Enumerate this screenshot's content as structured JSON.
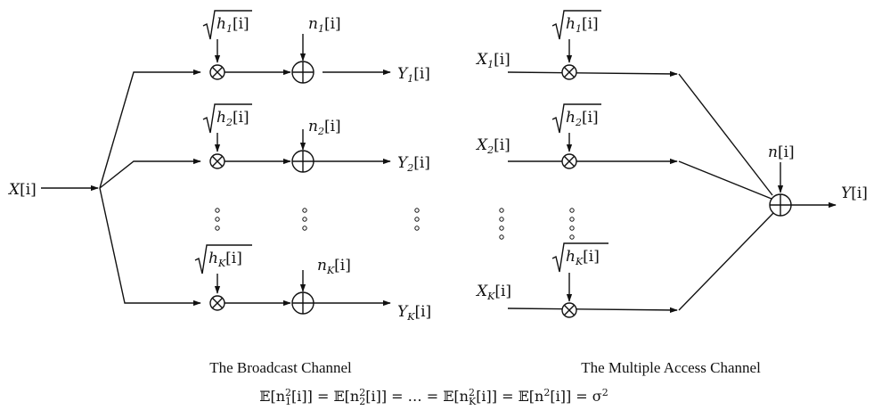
{
  "bc": {
    "input": {
      "base": "X",
      "arg": "[i]"
    },
    "branches": [
      {
        "gain_base": "h",
        "gain_sub": "1",
        "gain_arg": "[i]",
        "noise_base": "n",
        "noise_sub": "1",
        "noise_arg": "[i]",
        "out_base": "Y",
        "out_sub": "1",
        "out_arg": "[i]"
      },
      {
        "gain_base": "h",
        "gain_sub": "2",
        "gain_arg": "[i]",
        "noise_base": "n",
        "noise_sub": "2",
        "noise_arg": "[i]",
        "out_base": "Y",
        "out_sub": "2",
        "out_arg": "[i]"
      },
      {
        "gain_base": "h",
        "gain_sub": "K",
        "gain_arg": "[i]",
        "noise_base": "n",
        "noise_sub": "K",
        "noise_arg": "[i]",
        "out_base": "Y",
        "out_sub": "K",
        "out_arg": "[i]"
      }
    ],
    "caption": "The Broadcast Channel"
  },
  "mac": {
    "inputs": [
      {
        "in_base": "X",
        "in_sub": "1",
        "in_arg": "[i]",
        "gain_base": "h",
        "gain_sub": "1",
        "gain_arg": "[i]"
      },
      {
        "in_base": "X",
        "in_sub": "2",
        "in_arg": "[i]",
        "gain_base": "h",
        "gain_sub": "2",
        "gain_arg": "[i]"
      },
      {
        "in_base": "X",
        "in_sub": "K",
        "in_arg": "[i]",
        "gain_base": "h",
        "gain_sub": "K",
        "gain_arg": "[i]"
      }
    ],
    "noise": {
      "base": "n",
      "arg": "[i]"
    },
    "output": {
      "base": "Y",
      "arg": "[i]"
    },
    "caption": "The Multiple Access Channel"
  },
  "equation": {
    "E": "𝔼",
    "t1_open": "[n",
    "t1_sub": "1",
    "t1_sup": "2",
    "t1_close": "[i]] = ",
    "t2_open": "𝔼[n",
    "t2_sub": "2",
    "t2_sup": "2",
    "t2_close": "[i]] = … = ",
    "t3_open": "𝔼[n",
    "t3_sub": "K",
    "t3_sup": "2",
    "t3_close": "[i]] = ",
    "t4_open": "𝔼[n",
    "t4_sup": "2",
    "t4_close": "[i]] = σ",
    "t4_sup2": "2"
  }
}
